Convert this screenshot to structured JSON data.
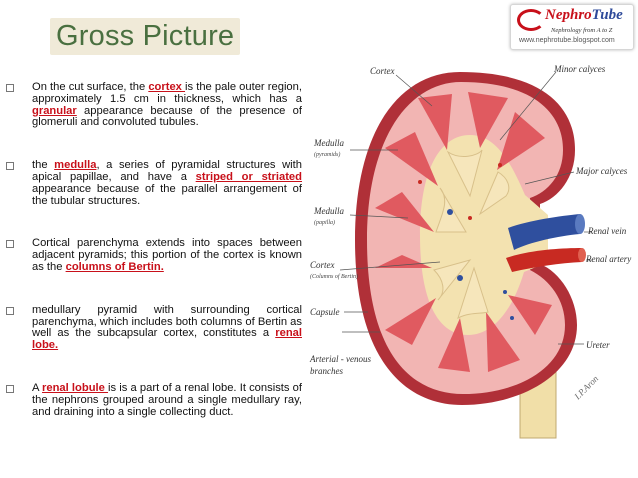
{
  "slide": {
    "title": "Gross Picture"
  },
  "logo": {
    "name_part1": "Nephro",
    "name_part2": "Tube",
    "tagline": "Nephrology from A to Z",
    "url": "www.nephrotube.blogspot.com"
  },
  "bullets": [
    {
      "parts": [
        "On the cut surface, the ",
        "cortex ",
        "is the pale outer region, approximately 1.5 cm in thickness, which has a ",
        "granular",
        " appearance because of the presence of glomeruli and convoluted tubules."
      ]
    },
    {
      "parts": [
        "the ",
        "medulla",
        ", a series of pyramidal structures with apical papillae, and have a ",
        "striped or striated ",
        "appearance because of the parallel arrangement of the tubular structures."
      ]
    },
    {
      "parts": [
        "Cortical parenchyma extends into spaces between adjacent pyramids; this portion of the cortex is known as the ",
        "columns of Bertin."
      ]
    },
    {
      "parts": [
        "medullary pyramid with surrounding cortical parenchyma, which includes both columns of Bertin as well as the subcapsular cortex, constitutes a ",
        "renal lobe."
      ]
    },
    {
      "parts": [
        "A ",
        "renal lobule ",
        "is is a part of a renal lobe. It consists of the nephrons grouped around a single medullary ray, and draining into a single collecting duct."
      ]
    }
  ],
  "diagram": {
    "labels": {
      "cortex": "Cortex",
      "minor_calyces": "Minor calyces",
      "medulla_pyramids": "Medulla",
      "medulla_pyramids_sub": "(pyramids)",
      "major_calyces": "Major calyces",
      "medulla_papilla": "Medulla",
      "medulla_papilla_sub": "(papilla)",
      "renal_vein": "Renal vein",
      "renal_artery": "Renal artery",
      "cortex_columns": "Cortex",
      "cortex_columns_sub": "(Columns of Bertin)",
      "capsule": "Capsule",
      "ureter": "Ureter",
      "arterial_venous": "Arterial - venous",
      "arterial_venous_2": "branches"
    },
    "signature": "I.P.Aron",
    "colors": {
      "capsule": "#b03038",
      "cortex": "#f2b5b3",
      "pyramid": "#e05a60",
      "sinus": "#f3e2b0",
      "vein": "#2f4f9e",
      "artery": "#c82a22",
      "ureter": "#f1dfa8"
    }
  }
}
